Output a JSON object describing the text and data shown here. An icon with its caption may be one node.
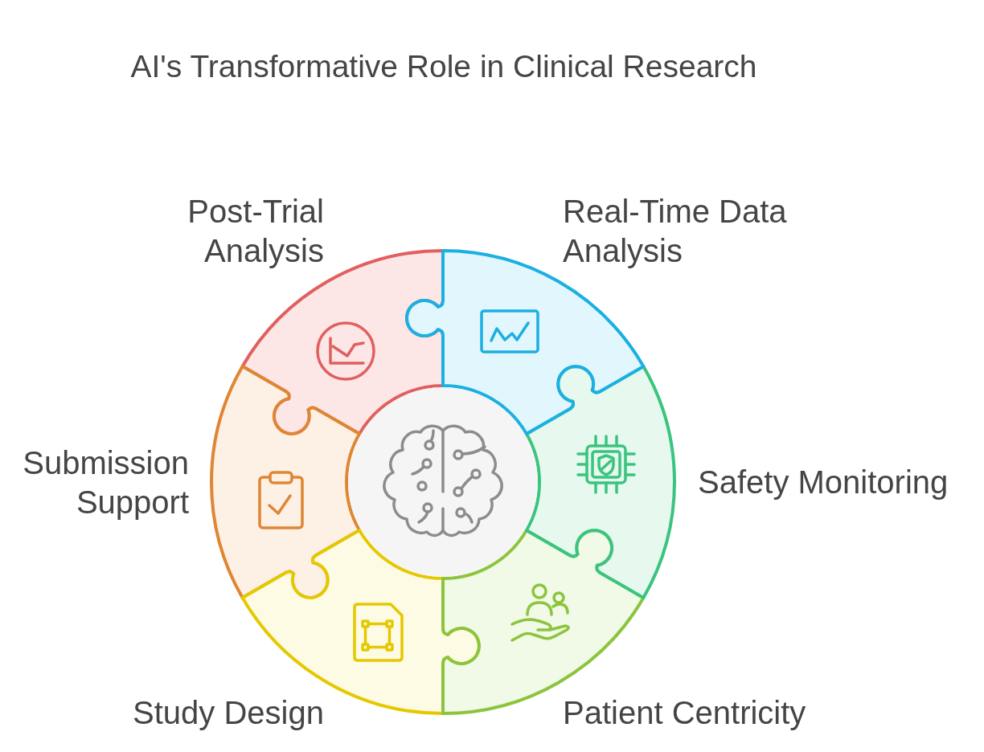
{
  "diagram": {
    "title": "AI's Transformative Role in Clinical Research",
    "nodes": [
      {
        "text": [],
        "shape": "circle"
      },
      {
        "text": [
          "Real-Time Data Analysis"
        ]
      },
      {
        "text": [
          "Safety Monitoring"
        ]
      },
      {
        "text": [
          "Patient Centricity"
        ]
      },
      {
        "text": [
          "Study Design"
        ]
      },
      {
        "text": [
          "Submission Support"
        ]
      },
      {
        "text": [
          "Post-Trial Analysis"
        ]
      }
    ]
  }
}
